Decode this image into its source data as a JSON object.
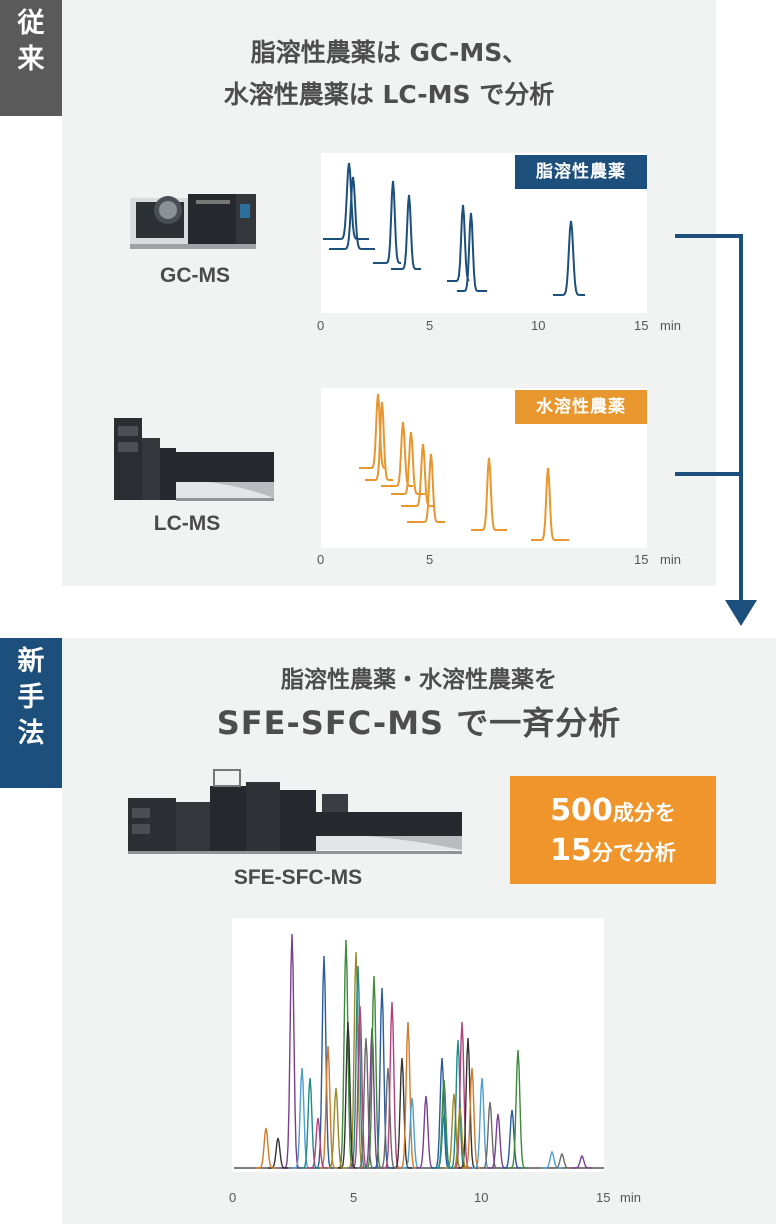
{
  "old_section": {
    "tag": [
      "従",
      "来"
    ],
    "headline_line1": "脂溶性農薬は GC-MS、",
    "headline_line2": "水溶性農薬は LC-MS で分析",
    "gc": {
      "instrument_label": "GC-MS",
      "badge": "脂溶性農薬",
      "ticks": [
        "0",
        "5",
        "10",
        "15",
        "min"
      ],
      "color": "#1d4f7c"
    },
    "lc": {
      "instrument_label": "LC-MS",
      "badge": "水溶性農薬",
      "ticks": [
        "0",
        "5",
        "15",
        "min"
      ],
      "color": "#e8962e"
    }
  },
  "new_section": {
    "tag": [
      "新",
      "手",
      "法"
    ],
    "headline_line1": "脂溶性農薬・水溶性農薬を",
    "headline_line2": "SFE-SFC-MS で一斉分析",
    "instrument_label": "SFE-SFC-MS",
    "highlight_line1": {
      "num": "500",
      "text": "成分を"
    },
    "highlight_line2": {
      "num": "15",
      "text": "分で分析"
    },
    "ticks": [
      "0",
      "5",
      "10",
      "15",
      "min"
    ]
  },
  "colors": {
    "navy": "#1d4f7c",
    "orange": "#e8962e",
    "tag_old": "#5a5a5a",
    "panel": "#f1f2f2"
  }
}
